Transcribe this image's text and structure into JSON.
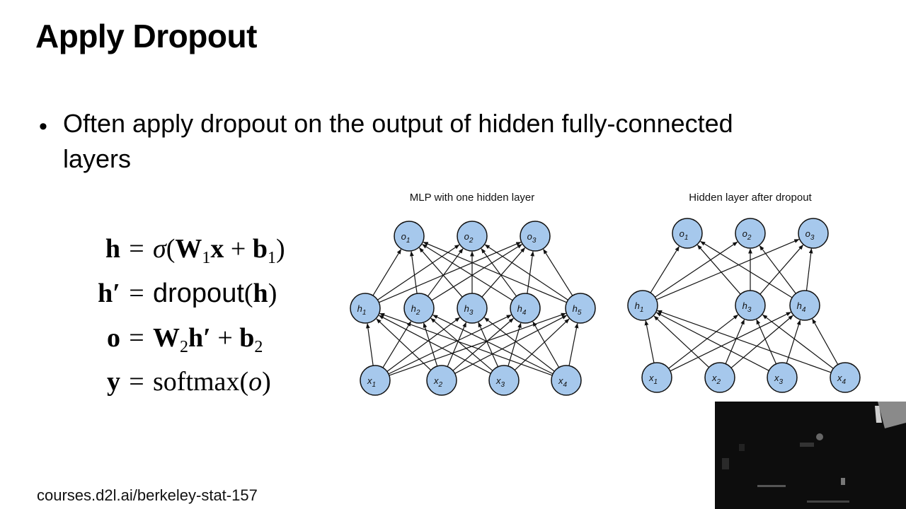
{
  "slide": {
    "title": "Apply Dropout",
    "bullet_symbol": "•",
    "bullet": "Often apply dropout on the output of hidden fully-connected layers",
    "footer": "courses.d2l.ai/berkeley-stat-157"
  },
  "equations": {
    "eq1": {
      "lhs": "h",
      "op": "=",
      "sigma": "σ",
      "lp": "(",
      "w": "W",
      "wsub": "1",
      "x": "x",
      "plus": "+",
      "bvar": "b",
      "bsub": "1",
      "rp": ")"
    },
    "eq2": {
      "lhs": "h′",
      "op": "=",
      "func": "dropout",
      "lp": "(",
      "arg": "h",
      "rp": ")"
    },
    "eq3": {
      "lhs": "o",
      "op": "=",
      "w": "W",
      "wsub": "2",
      "h": "h′",
      "plus": "+",
      "bvar": "b",
      "bsub": "2"
    },
    "eq4": {
      "lhs": "y",
      "op": "=",
      "func": "softmax",
      "lp": "(",
      "arg": "o",
      "rp": ")"
    }
  },
  "diagrams": [
    {
      "title": "MLP with one hidden layer",
      "outputs": [
        "o1",
        "o2",
        "o3"
      ],
      "hidden": [
        "h1",
        "h2",
        "h3",
        "h4",
        "h5"
      ],
      "inputs": [
        "x1",
        "x2",
        "x3",
        "x4"
      ]
    },
    {
      "title": "Hidden layer after dropout",
      "outputs": [
        "o1",
        "o2",
        "o3"
      ],
      "hidden": [
        "h1",
        "h3",
        "h4"
      ],
      "inputs": [
        "x1",
        "x2",
        "x3",
        "x4"
      ]
    }
  ],
  "colors": {
    "node_fill": "#a6c8ec",
    "node_stroke": "#111111",
    "edge": "#111111",
    "video_bg": "#0d0d0d"
  }
}
